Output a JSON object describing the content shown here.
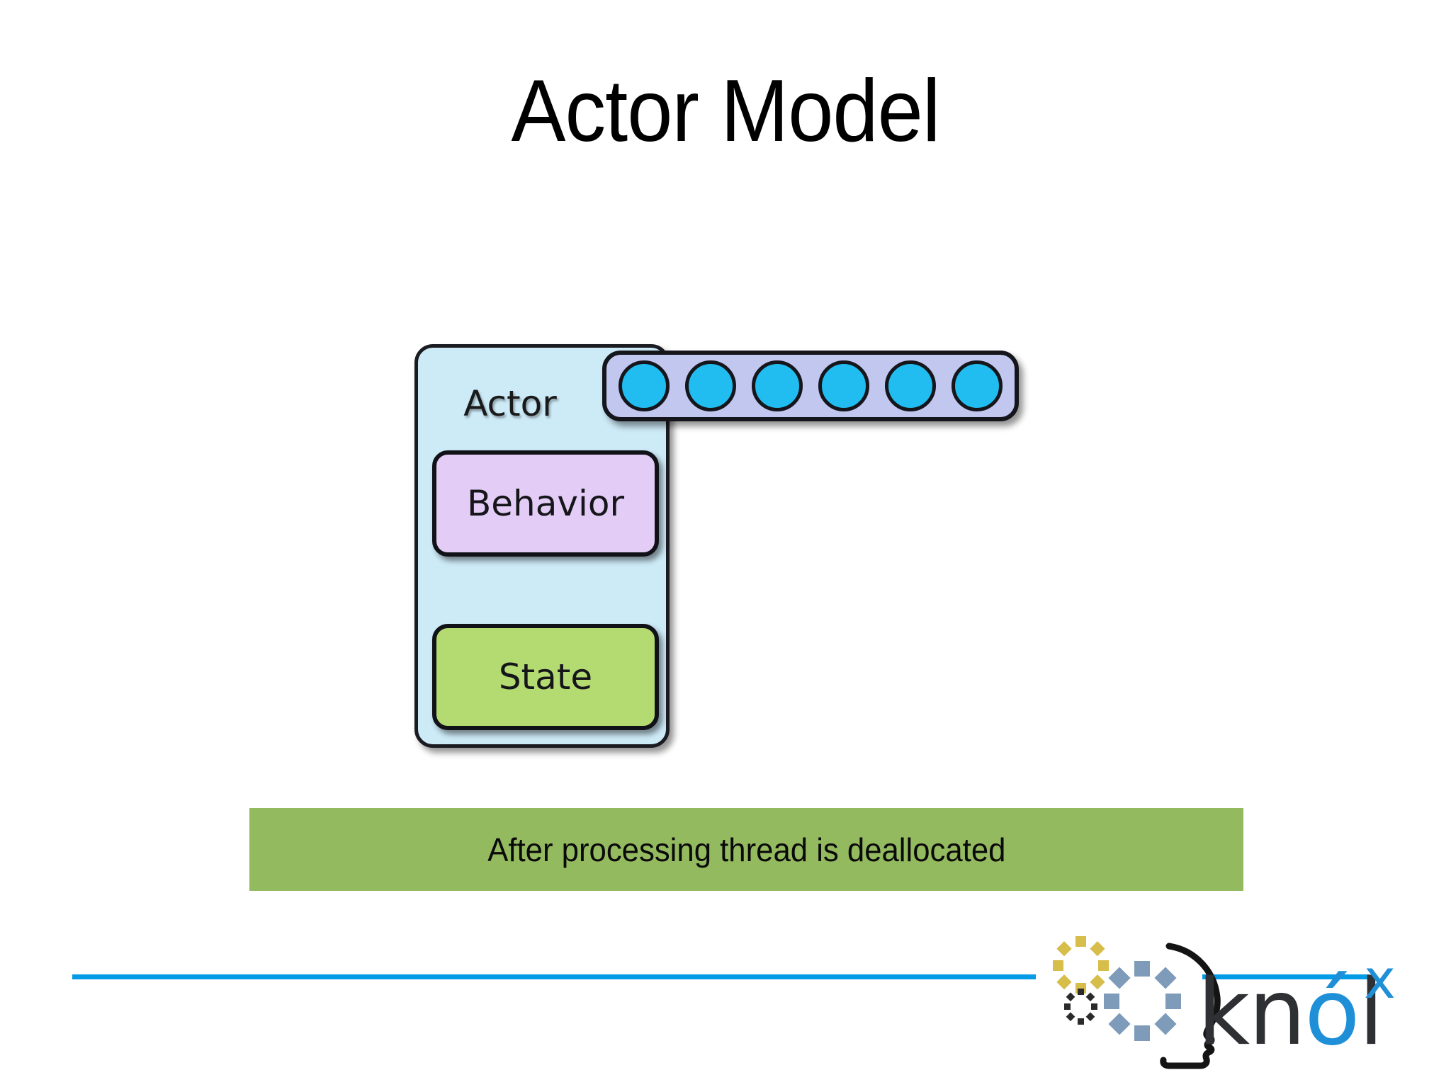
{
  "slide": {
    "title": "Actor Model",
    "background_color": "#ffffff"
  },
  "diagram": {
    "type": "actor-model",
    "actor": {
      "label": "Actor",
      "fill_color": "#cdeaf7",
      "border_color": "#1b1b22"
    },
    "components": [
      {
        "label": "Behavior",
        "fill_color": "#e3cdf6"
      },
      {
        "label": "State",
        "fill_color": "#b4db72"
      }
    ],
    "mailbox": {
      "name": "message-queue",
      "fill_color": "#c2c7ef",
      "message_count": 6,
      "message_color": "#22bdf0",
      "messages": [
        "msg-1",
        "msg-2",
        "msg-3",
        "msg-4",
        "msg-5",
        "msg-6"
      ]
    },
    "thread_present": false
  },
  "caption": {
    "text": "After processing thread is deallocated",
    "banner_color": "#94ba60",
    "text_color": "#0a0a0a"
  },
  "footer": {
    "rule_color": "#039be5",
    "logo": {
      "word_part_1": "kn",
      "word_part_2": "ó",
      "word_part_3": "l",
      "superscript": "x",
      "dark_color": "#2f3033",
      "accent_color": "#1f8fd8",
      "gold_color": "#d7bd4a",
      "slate_color": "#7e9cba"
    }
  }
}
